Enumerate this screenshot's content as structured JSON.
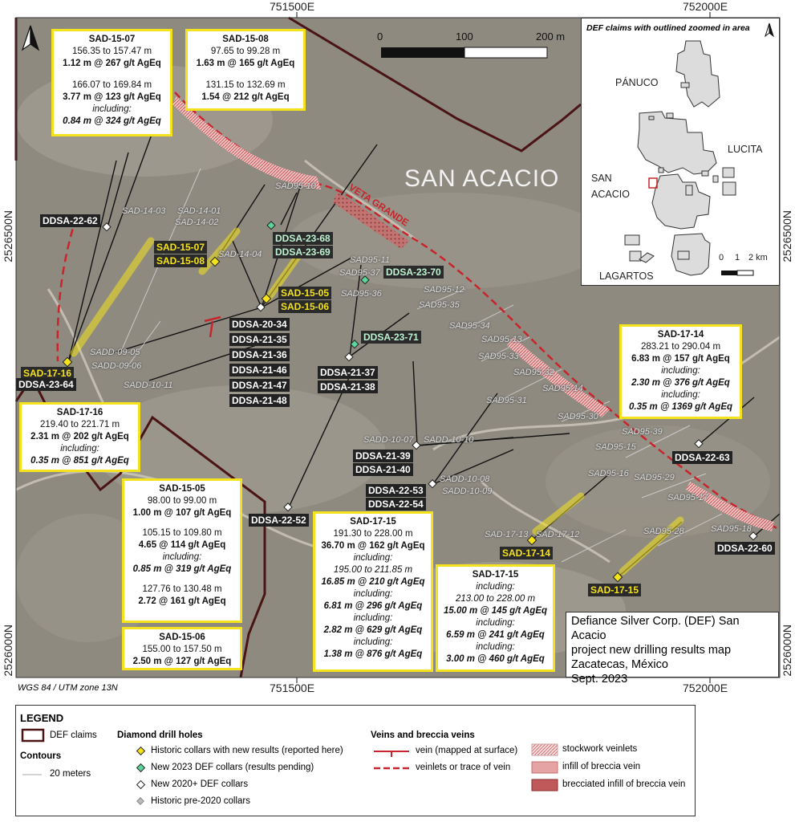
{
  "map": {
    "coords": {
      "top_left_e": "751500E",
      "top_right_e": "752000E",
      "bottom_left_e": "751500E",
      "bottom_right_e": "752000E",
      "left_n_top": "2526500N",
      "left_n_bottom": "2526000N",
      "right_n_top": "2526500N",
      "right_n_bottom": "2526000N"
    },
    "crs": "WGS 84 / UTM zone 13N",
    "place_label": "SAN ACACIO",
    "vein_label": "VETA GRANDE",
    "scale": {
      "l0": "0",
      "l1": "100",
      "l2": "200 m"
    }
  },
  "callouts": {
    "sad1507": {
      "title": "SAD-15-07",
      "l1": "156.35 to 157.47 m",
      "l2": "1.12 m @ 267 g/t AgEq",
      "l3": "166.07 to 169.84 m",
      "l4": "3.77 m @ 123 g/t AgEq",
      "l5": "including:",
      "l6": "0.84 m @ 324 g/t AgEq"
    },
    "sad1508": {
      "title": "SAD-15-08",
      "l1": "97.65 to 99.28 m",
      "l2": "1.63 m @ 165 g/t AgEq",
      "l3": "131.15 to 132.69 m",
      "l4": "1.54 @ 212 g/t AgEq"
    },
    "sad1714": {
      "title": "SAD-17-14",
      "l1": "283.21 to 290.04 m",
      "l2": "6.83 m @ 157 g/t AgEq",
      "l3": "including:",
      "l4": "2.30 m @ 376 g/t AgEq",
      "l5": "including:",
      "l6": "0.35 m @ 1369 g/t AgEq"
    },
    "sad1716": {
      "title": "SAD-17-16",
      "l1": "219.40 to 221.71 m",
      "l2": "2.31 m @ 202 g/t AgEq",
      "l3": "including:",
      "l4": "0.35 m @ 851 g/t AgEq"
    },
    "sad1505": {
      "title": "SAD-15-05",
      "l1": "98.00 to 99.00 m",
      "l2": "1.00 m @ 107 g/t AgEq",
      "l3": "105.15 to 109.80 m",
      "l4": "4.65 @ 114 g/t AgEq",
      "l5": "including:",
      "l6": "0.85 m @ 319 g/t AgEq",
      "l7": "127.76 to 130.48 m",
      "l8": "2.72 @ 161 g/t AgEq"
    },
    "sad1506": {
      "title": "SAD-15-06",
      "l1": "155.00 to 157.50 m",
      "l2": "2.50 m @ 127 g/t AgEq"
    },
    "sad1715a": {
      "title": "SAD-17-15",
      "l1": "191.30 to 228.00 m",
      "l2": "36.70 m @ 162 g/t AgEq",
      "l3": "including:",
      "l4": "195.00 to 211.85 m",
      "l5": "16.85 m @ 210 g/t AgEq",
      "l6": "6.81 m @ 296 g/t AgEq",
      "l7": "2.82 m @ 629 g/t AgEq",
      "l8": "including:",
      "l9": "1.38 m @ 876 g/t AgEq"
    },
    "sad1715b": {
      "title": "SAD-17-15",
      "l1": "including:",
      "l2": "213.00 to 228.00 m",
      "l3": "15.00 m @ 145 g/t AgEq",
      "l4": "including:",
      "l5": "6.59 m @ 241 g/t AgEq",
      "l6": "including:",
      "l7": "3.00 m @ 460 g/t AgEq"
    }
  },
  "tags": {
    "ddsa2262": "DDSA-22-62",
    "sad1507": "SAD-15-07",
    "sad1508": "SAD-15-08",
    "ddsa2368": "DDSA-23-68",
    "ddsa2369": "DDSA-23-69",
    "ddsa2370": "DDSA-23-70",
    "ddsa2371": "DDSA-23-71",
    "sad1505": "SAD-15-05",
    "sad1506": "SAD-15-06",
    "group1": [
      "DDSA-20-34",
      "DDSA-21-35",
      "DDSA-21-36",
      "DDSA-21-46",
      "DDSA-21-47",
      "DDSA-21-48"
    ],
    "ddsa2137": "DDSA-21-37",
    "ddsa2138": "DDSA-21-38",
    "sad1716": "SAD-17-16",
    "ddsa2364": "DDSA-23-64",
    "ddsa2139": "DDSA-21-39",
    "ddsa2140": "DDSA-21-40",
    "ddsa2253": "DDSA-22-53",
    "ddsa2254": "DDSA-22-54",
    "ddsa2252": "DDSA-22-52",
    "ddsa2263": "DDSA-22-63",
    "ddsa2260": "DDSA-22-60",
    "sad1714": "SAD-17-14",
    "sad1715": "SAD-17-15"
  },
  "hole_labels": {
    "sad9510": "SAD95-10",
    "sad1403": "SAD-14-03",
    "sad1401": "SAD-14-01",
    "sad1402": "SAD-14-02",
    "sad1404": "SAD-14-04",
    "sad9511": "SAD95-11",
    "sad9537": "SAD95-37",
    "sad9536": "SAD95-36",
    "sad9512": "SAD95-12",
    "sad9535": "SAD95-35",
    "sad9534": "SAD95-34",
    "sad9513": "SAD95-13",
    "sad9533": "SAD95-33",
    "sad9532": "SAD95-32",
    "sad9514": "SAD95-14",
    "sad9531": "SAD95-31",
    "sad9530": "SAD95-30",
    "sad9539": "SAD95-39",
    "sad9515": "SAD95-15",
    "sad9516": "SAD95-16",
    "sad9529": "SAD95-29",
    "sad9517": "SAD95-17",
    "sad9528": "SAD95-28",
    "sad9518": "SAD95-18",
    "sadd0905": "SADD-09-05",
    "sadd0906": "SADD-09-06",
    "sadd1011": "SADD-10-11",
    "sadd1007": "SADD-10-07",
    "sadd1010": "SADD-10-10",
    "sadd1008": "SADD-10-08",
    "sadd1009": "SADD-10-09",
    "sad1713": "SAD-17-13",
    "sad1712": "SAD-17-12"
  },
  "inset": {
    "title": "DEF claims with outlined zoomed in area",
    "panuco": "PÁNUCO",
    "lucita": "LUCITA",
    "san": "SAN",
    "acacio": "ACACIO",
    "lagartos": "LAGARTOS",
    "s0": "0",
    "s1": "1",
    "s2": "2 km"
  },
  "titlebox": {
    "l1": "Defiance Silver Corp. (DEF) San Acacio",
    "l2": "project new drilling results map",
    "l3": "Zacatecas, México",
    "l4": "Sept. 2023"
  },
  "legend": {
    "title": "LEGEND",
    "def_claims": "DEF claims",
    "contours": "Contours",
    "contours_20": "20 meters",
    "dd_heading": "Diamond drill holes",
    "dd1": "Historic collars with new results (reported here)",
    "dd2": "New 2023 DEF collars (results pending)",
    "dd3": "New 2020+ DEF collars",
    "dd4": "Historic pre-2020 collars",
    "veins_heading": "Veins and breccia veins",
    "v1": "vein (mapped at surface)",
    "v2": "veinlets or trace of vein",
    "b1": "stockwork veinlets",
    "b2": "infill of breccia vein",
    "b3": "brecciated infill of breccia vein"
  },
  "colors": {
    "satellite_base": "#8f8a80",
    "callout_border": "#f4e21c",
    "claims_line": "#4a1414",
    "vein_red": "#c9242b",
    "collar_yellow": "#f4e21c",
    "collar_green": "#5cd59a"
  },
  "icons": {
    "north_arrow": "north-arrow-icon"
  }
}
